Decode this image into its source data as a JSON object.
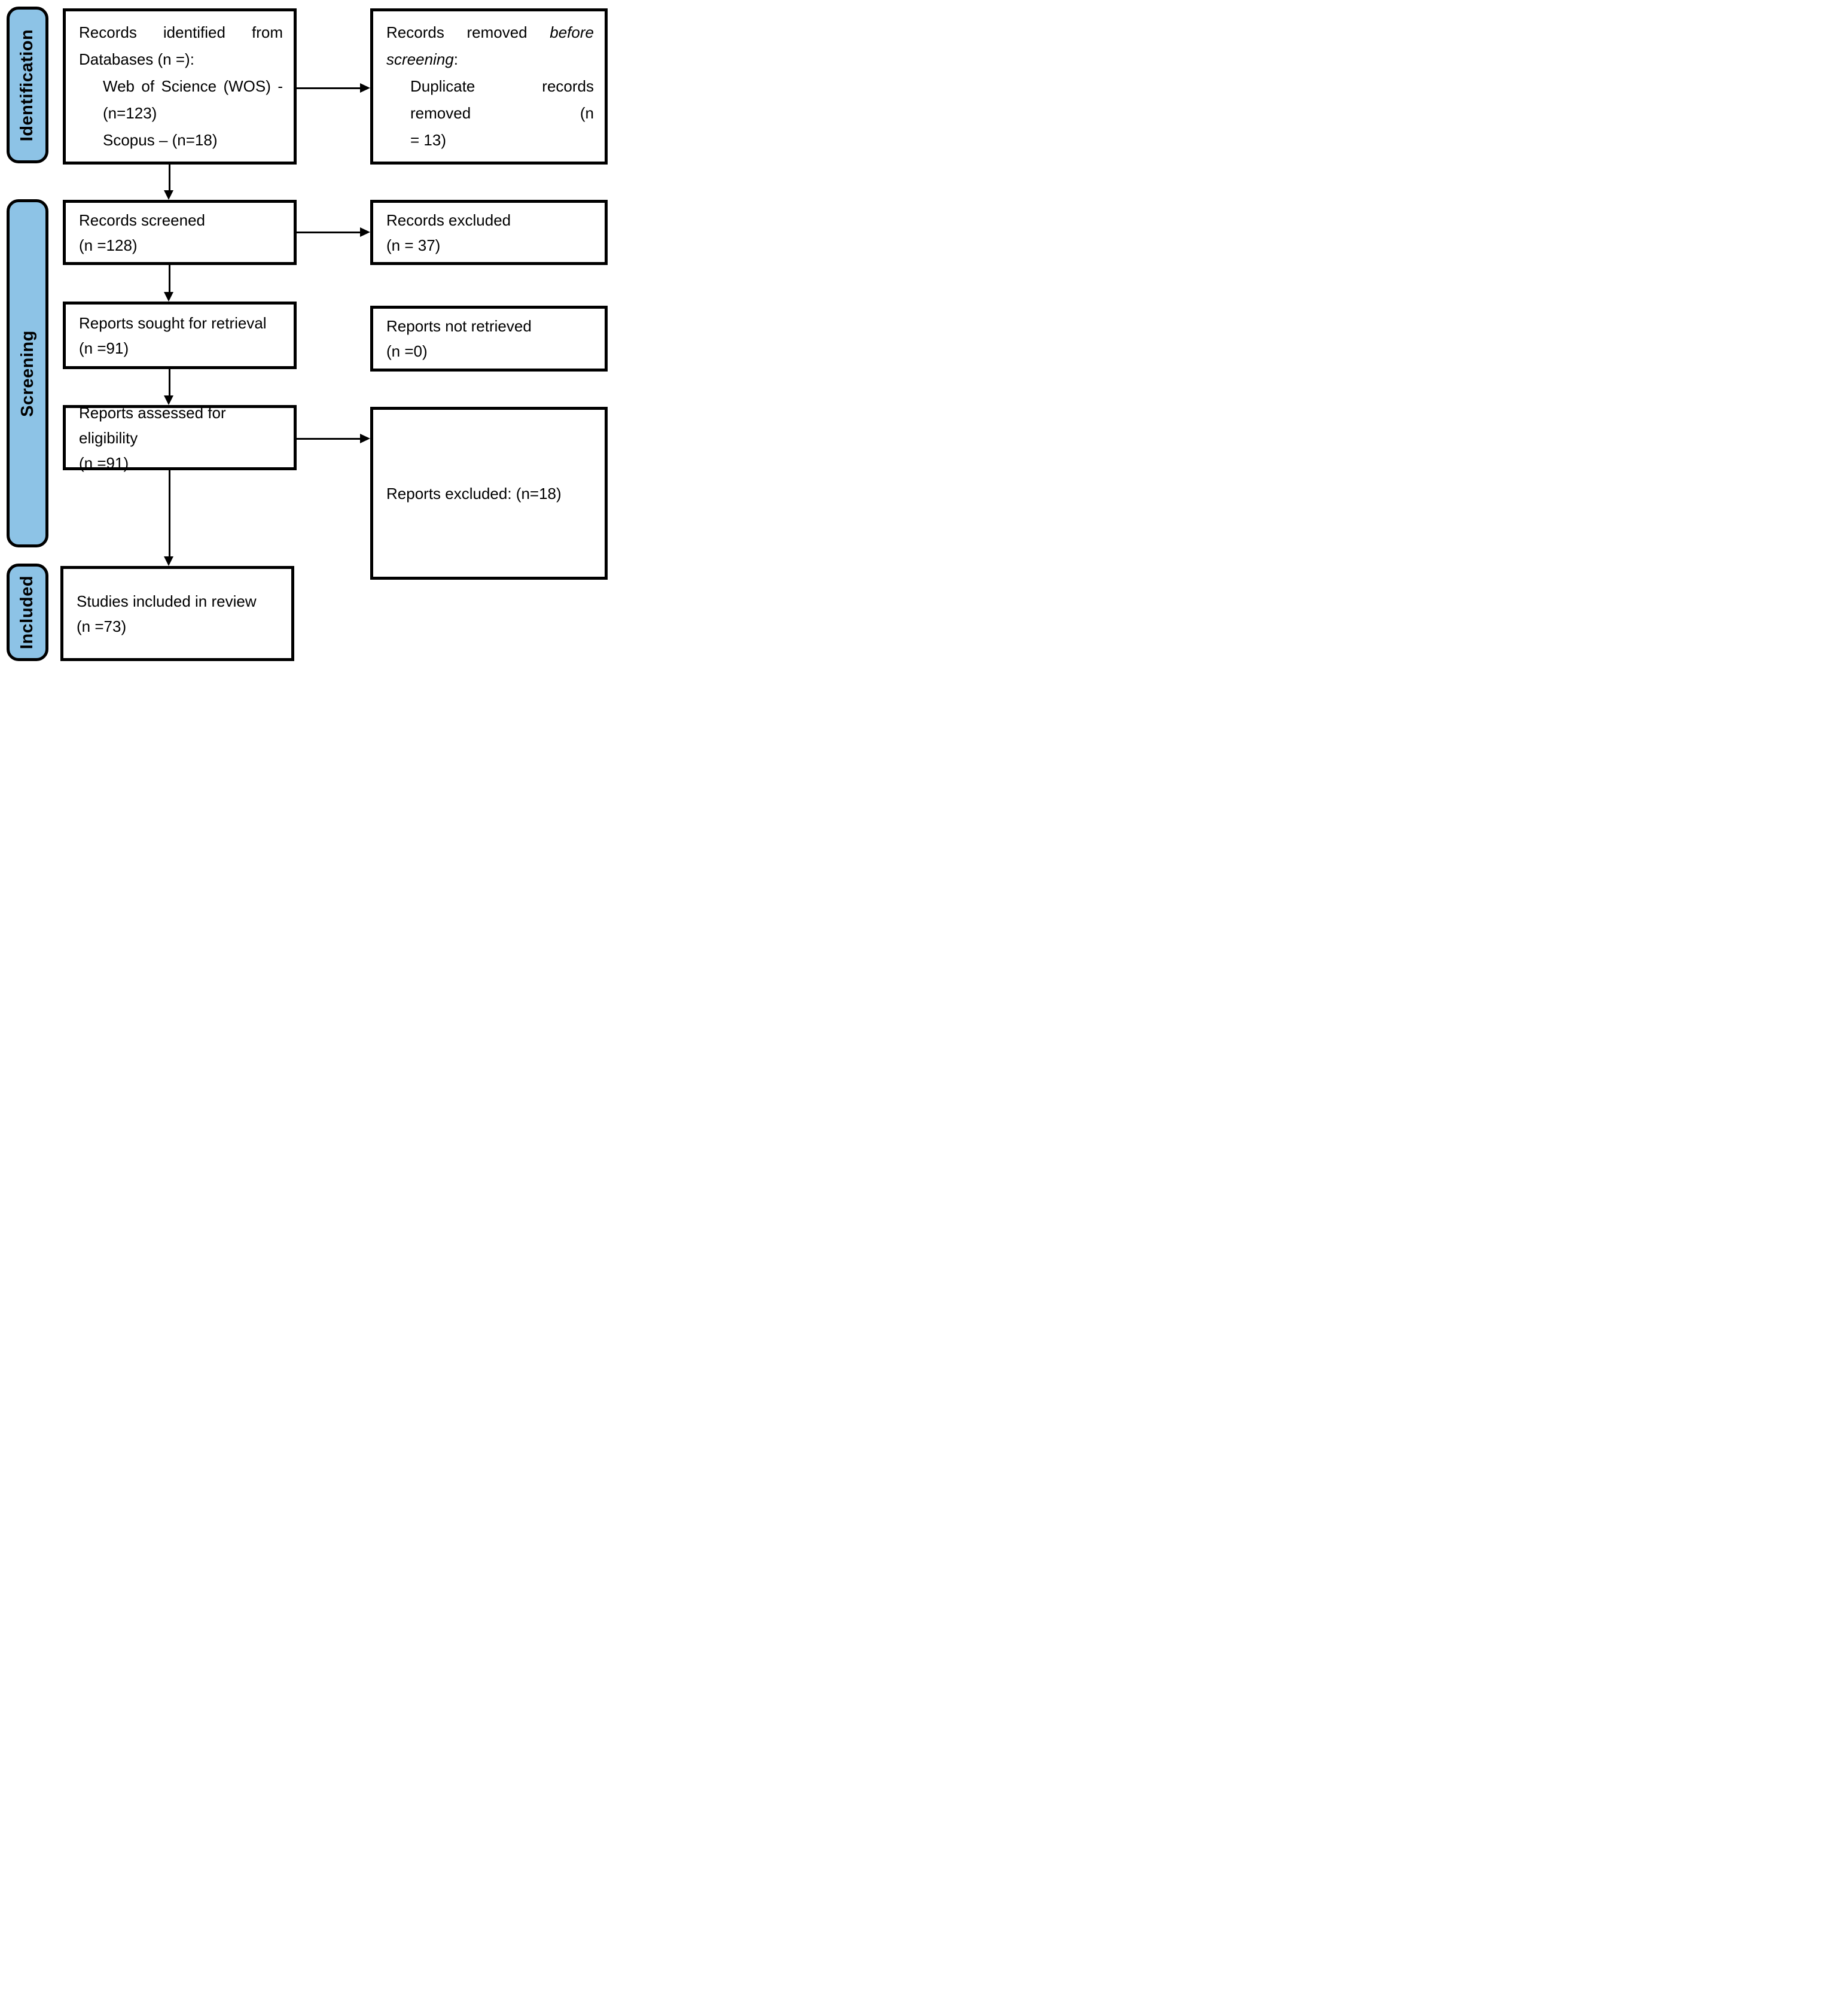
{
  "diagram_title": "PRISMA flow diagram of study selection",
  "colors": {
    "stage_fill": "#8DC3E6",
    "stage_border": "#000000",
    "box_border": "#000000",
    "arrow": "#000000",
    "text": "#000000",
    "background": "#ffffff"
  },
  "stages": {
    "identification": {
      "label": "Identification"
    },
    "screening": {
      "label": "Screening"
    },
    "included": {
      "label": "Included"
    }
  },
  "boxes": {
    "records_identified": {
      "line1": "Records identified from",
      "line2": "Databases (n =):",
      "line3": "Web of Science (WOS) -",
      "line4": "(n=123)",
      "line5": "Scopus – (n=18)"
    },
    "records_removed": {
      "line1_text": "Records removed",
      "line1_italic": "before",
      "line2_italic": "screening",
      "line2_text": ":",
      "line3": "Duplicate records removed (n",
      "line4": "= 13)"
    },
    "records_screened": {
      "line1": "Records screened",
      "line2": "(n =128)"
    },
    "records_excluded": {
      "line1": "Records excluded",
      "line2": "(n = 37)"
    },
    "reports_sought": {
      "line1": "Reports sought for retrieval",
      "line2": "(n =91)"
    },
    "reports_not_retrieved": {
      "line1": "Reports not retrieved",
      "line2": "(n =0)"
    },
    "reports_assessed": {
      "line1": "Reports assessed for eligibility",
      "line2": "(n =91)"
    },
    "reports_excluded": {
      "line1": "Reports excluded: (n=18)"
    },
    "studies_included": {
      "line1": "Studies included in review",
      "line2": "(n =73)"
    }
  },
  "counts": {
    "web_of_science": 123,
    "scopus": 18,
    "duplicates_removed": 13,
    "records_screened": 128,
    "records_excluded": 37,
    "reports_sought": 91,
    "reports_not_retrieved": 0,
    "reports_assessed": 91,
    "reports_excluded": 18,
    "studies_included": 73
  }
}
